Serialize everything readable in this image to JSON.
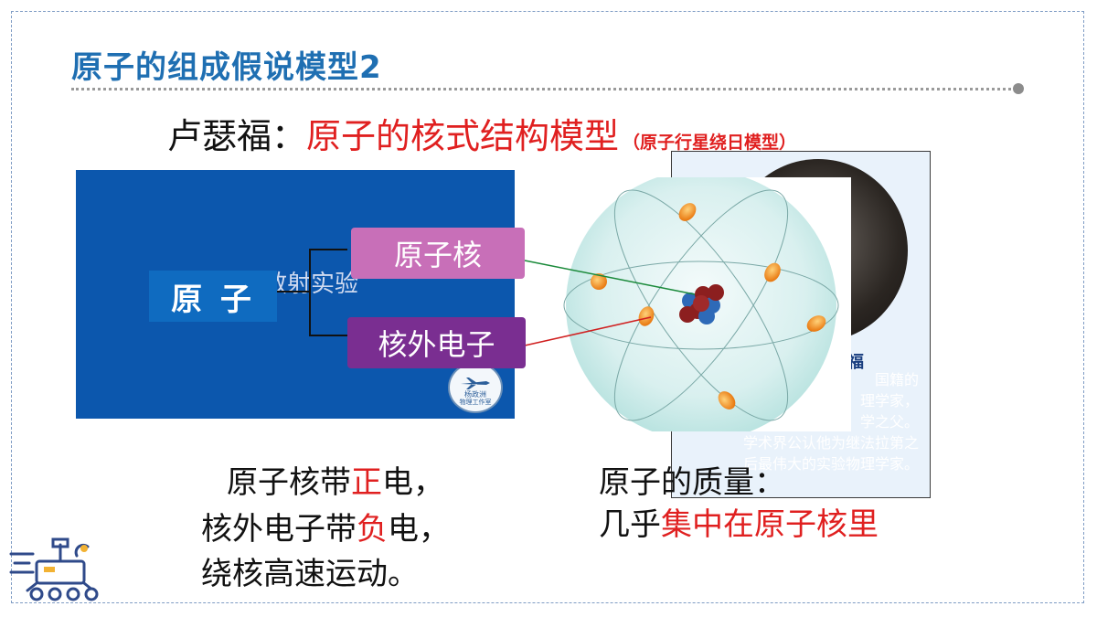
{
  "slide": {
    "title": "原子的组成假说模型2",
    "heading": {
      "person": "卢瑟福：",
      "model": "原子的核式结构模型",
      "subtitle": "（原子行星绕日模型）"
    }
  },
  "left_panel": {
    "atom_label": "原 子",
    "experiment_text": "粒子散射实验",
    "seal": {
      "name": "杨政洲",
      "org": "物理工作室"
    }
  },
  "labels": {
    "nucleus": "原子核",
    "electron": "核外电子"
  },
  "bio": {
    "name": "福",
    "lines": [
      "国籍的",
      "理学家，",
      "学之父。",
      "学术界公认他为继法拉第之",
      "后最伟大的实验物理学家。"
    ]
  },
  "charge_text": {
    "line1_pre": "原子核带",
    "line1_red": "正",
    "line1_post": "电，",
    "line2_pre": "核外电子带",
    "line2_red": "负",
    "line2_post": "电，",
    "line3": "绕核高速运动。"
  },
  "mass_text": {
    "line1": "原子的质量：",
    "line2_pre": "几乎",
    "line2_red": "集中在原子核里"
  },
  "colors": {
    "title": "#1f6fb2",
    "accent_red": "#e02020",
    "blue_panel": "#0c57ad",
    "nucleus_label": "#c86fb8",
    "electron_label": "#7a2e91"
  }
}
